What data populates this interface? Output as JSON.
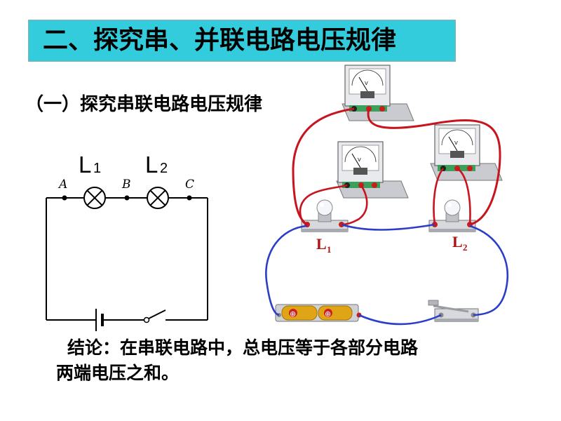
{
  "title": "二、探究串、并联电路电压规律",
  "subtitle": "（一）探究串联电路电压规律",
  "schematic": {
    "lamp1_main": "L",
    "lamp1_sub": "1",
    "lamp2_main": "L",
    "lamp2_sub": "2",
    "point_a": "A",
    "point_b": "B",
    "point_c": "C"
  },
  "photo": {
    "lamp1_main": "L",
    "lamp1_sub": "1",
    "lamp2_main": "L",
    "lamp2_sub": "2",
    "meter_symbol": "V",
    "battery_mark": "⊕"
  },
  "conclusion": {
    "line1": "结论：在串联电路中，总电压等于各部分电路",
    "line2": "两端电压之和。"
  },
  "colors": {
    "title_bg": "#33ccdd",
    "red_wire": "#c8141e",
    "blue_wire": "#2a3ec8",
    "label_red": "#b01010"
  }
}
